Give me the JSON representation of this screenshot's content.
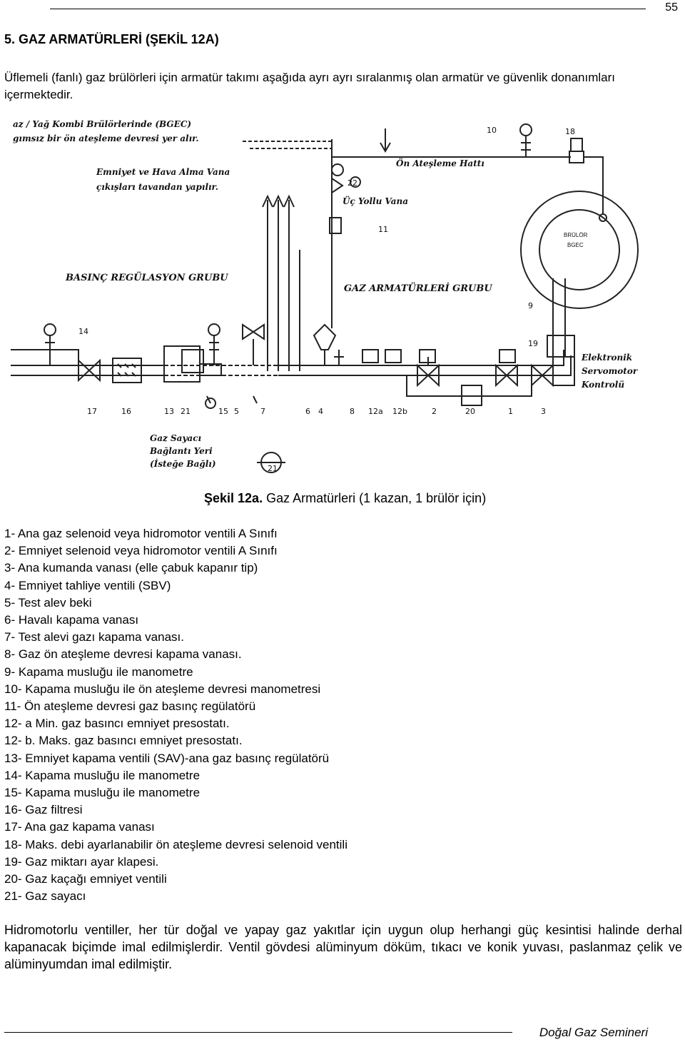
{
  "page_number": "55",
  "section_title": "5. GAZ ARMATÜRLERİ (ŞEKİL 12A)",
  "intro": "Üflemeli (fanlı) gaz brülörleri için armatür takımı aşağıda ayrı ayrı sıralanmış olan armatür ve güvenlik donanımları içermektedir.",
  "figure": {
    "note_bgec": [
      "az / Yağ Kombi Brülörlerinde (BGEC)",
      "gımsız bir ön ateşleme devresi yer alır."
    ],
    "note_vent": [
      "Emniyet ve Hava Alma Vana",
      "çıkışları tavandan yapılır."
    ],
    "label_pilot_line": "Ön Ateşleme Hattı",
    "label_three_way": "Üç Yollu Vana",
    "label_pressure_group": "BASINÇ REGÜLASYON GRUBU",
    "label_armature_group": "GAZ ARMATÜRLERİ GRUBU",
    "label_servomotor": [
      "Elektronik",
      "Servomotor",
      "Kontrolü"
    ],
    "label_meter": [
      "Gaz Sayacı",
      "Bağlantı Yeri",
      "(İsteğe Bağlı)"
    ],
    "burner_label": [
      "BRÜLÖR",
      "BGEC"
    ],
    "num_10": "10",
    "num_18": "18",
    "num_22": "22",
    "num_11": "11",
    "num_14": "14",
    "num_9": "9",
    "num_19": "19",
    "num_21_meter": "21",
    "bottom_numbers": [
      "17",
      "16",
      "13",
      "21",
      "15",
      "5",
      "7",
      "6",
      "4",
      "8",
      "12a",
      "12b",
      "2",
      "20",
      "1",
      "3"
    ]
  },
  "caption_bold": "Şekil 12a.",
  "caption_text": " Gaz Armatürleri (1 kazan, 1 brülör için)",
  "legend": [
    "1- Ana gaz selenoid veya hidromotor ventili A Sınıfı",
    "2- Emniyet selenoid veya hidromotor ventili A Sınıfı",
    "3- Ana kumanda vanası (elle çabuk kapanır tip)",
    "4- Emniyet tahliye ventili (SBV)",
    "5- Test alev beki",
    "6- Havalı kapama vanası",
    "7- Test alevi gazı kapama vanası.",
    "8- Gaz ön ateşleme devresi kapama vanası.",
    "9- Kapama musluğu ile manometre",
    "10- Kapama musluğu ile ön ateşleme devresi manometresi",
    "11- Ön ateşleme devresi gaz basınç regülatörü",
    "12- a Min. gaz basıncı emniyet presostatı.",
    "12- b. Maks. gaz basıncı emniyet presostatı.",
    "13- Emniyet kapama ventili (SAV)-ana gaz basınç regülatörü",
    "14- Kapama musluğu ile manometre",
    "15- Kapama musluğu ile manometre",
    "16- Gaz filtresi",
    "17- Ana gaz kapama vanası",
    "18- Maks. debi ayarlanabilir ön ateşleme devresi selenoid ventili",
    "19- Gaz miktarı ayar klapesi.",
    "20- Gaz kaçağı emniyet ventili",
    "21- Gaz sayacı"
  ],
  "closing": "Hidromotorlu ventiller, her tür doğal ve yapay gaz yakıtlar için uygun olup herhangi güç kesintisi halinde derhal kapanacak biçimde imal edilmişlerdir. Ventil gövdesi alüminyum döküm, tıkacı ve konik yuvası, paslanmaz çelik ve alüminyumdan imal edilmiştir.",
  "footer": "Doğal Gaz Semineri"
}
